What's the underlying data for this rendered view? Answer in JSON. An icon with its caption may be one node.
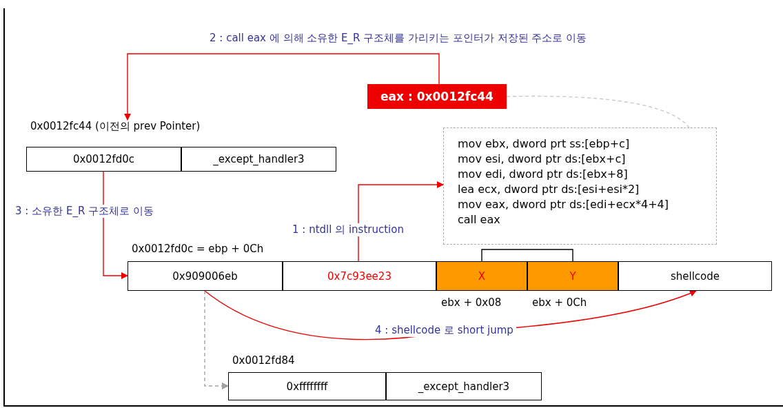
{
  "diagram": {
    "nodes": [
      {
        "text": [
          "eax : 0x0012fc44"
        ]
      },
      {
        "text": [
          "0x0012fc44 (이전의 prev Pointer)"
        ]
      },
      {
        "text": [
          "0x0012fd0c"
        ],
        "in": 1
      },
      {
        "text": [
          "_except_handler3"
        ],
        "in": 1
      },
      {
        "text": [
          "mov ebx, dword prt ss:[ebp+c]",
          "mov esi, dword ptr ds:[ebx+c]",
          "mov edi, dword ptr ds:[ebx+8]",
          "lea ecx, dword ptr ds:[esi+esi*2]",
          "mov eax, dword ptr ds:[edi+ecx*4+4]",
          "call eax"
        ]
      },
      {
        "text": [
          "0x0012fd0c = ebp + 0Ch"
        ]
      },
      {
        "text": [
          "0x909006eb"
        ],
        "in": 5
      },
      {
        "text": [
          "0x7c93ee23"
        ],
        "in": 5
      },
      {
        "text": [
          "X"
        ],
        "in": 5
      },
      {
        "text": [
          "Y"
        ],
        "in": 5
      },
      {
        "text": [
          "shellcode"
        ],
        "in": 5
      },
      {
        "text": [
          "0x0012fd84"
        ]
      },
      {
        "text": [
          "0xffffffff"
        ],
        "in": 11
      },
      {
        "text": [
          "_except_handler3"
        ],
        "in": 11
      }
    ],
    "edges": [
      {
        "from": 0,
        "to": 1,
        "arrow": "to",
        "label": "2 : call eax 에 의해 소유한 E_R 구조체를 가리키는 포인터가 저장된 주소로 이동"
      },
      {
        "from": 0,
        "to": 4,
        "arrow": "none",
        "style": "dashed",
        "color": "#c8c8c8"
      },
      {
        "from": 2,
        "to": 6,
        "arrow": "to",
        "label": "3 : 소유한 E_R 구조체로 이동"
      },
      {
        "from": 7,
        "to": 4,
        "arrow": "to",
        "label": "1 : ntdll 의 instruction"
      },
      {
        "from": 6,
        "to": 10,
        "arrow": "to",
        "label": "4 : shellcode 로 short jump"
      },
      {
        "from": 6,
        "to": 12,
        "arrow": "to",
        "style": "dashed",
        "color": "#a0a0a0"
      },
      {
        "from": 8,
        "to": 9,
        "arrow": "none",
        "color": "#000000"
      }
    ],
    "labels": [
      "ebx + 0x08",
      "ebx + 0Ch"
    ]
  }
}
